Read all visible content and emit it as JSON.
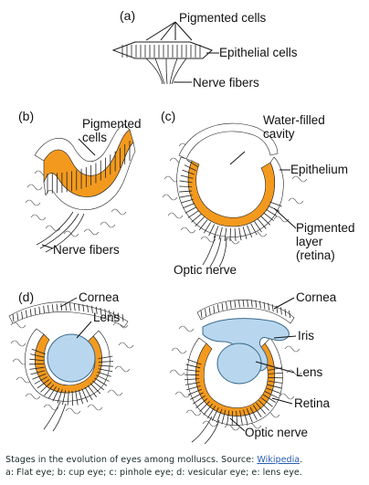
{
  "panels": {
    "a": {
      "letter": "(a)",
      "labels": [
        "Pigmented cells",
        "Epithelial cells",
        "Nerve fibers"
      ]
    },
    "b": {
      "letter": "(b)",
      "labels": [
        "Pigmented",
        "cells",
        "Nerve fibers"
      ]
    },
    "c": {
      "letter": "(c)",
      "labels": [
        "Water-filled",
        "cavity",
        "Epithelium",
        "Pigmented",
        "layer",
        "(retina)",
        "Optic nerve"
      ]
    },
    "d": {
      "letter": "(d)",
      "labels": [
        "Cornea",
        "Lens"
      ]
    },
    "e": {
      "labels": [
        "Cornea",
        "Iris",
        "Lens",
        "Retina",
        "Optic nerve"
      ]
    }
  },
  "caption": {
    "line1_text": "Stages in the evolution of eyes among molluscs. Source: ",
    "link_text": "Wikipedia",
    "line1_end": ".",
    "line2": "a: Flat eye; b: cup eye; c: pinhole eye; d: vesicular eye; e: lens eye."
  },
  "colors": {
    "pigment": "#f39a1e",
    "lens": "#b8d7ee",
    "outline": "#222222",
    "link": "#2a5db0"
  }
}
